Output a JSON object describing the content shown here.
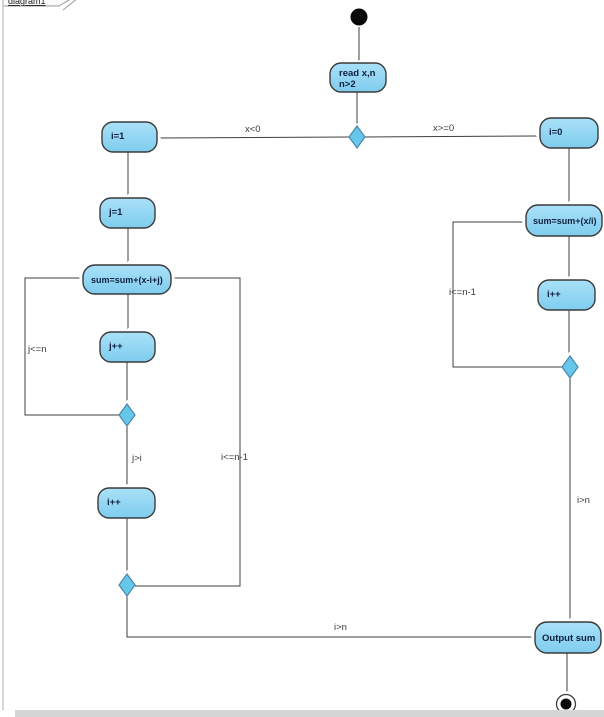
{
  "frame": {
    "label": "diagram1"
  },
  "nodes": {
    "read": {
      "label_line1": "read x,n",
      "label_line2": "n>2"
    },
    "i_eq_1": {
      "label": "i=1"
    },
    "i_eq_0": {
      "label": "i=0"
    },
    "j_eq_1": {
      "label": "j=1"
    },
    "sum_left": {
      "label": "sum=sum+(x-i+j)"
    },
    "j_inc": {
      "label": "j++"
    },
    "i_inc_left": {
      "label": "i++"
    },
    "sum_right": {
      "label": "sum=sum+(x/i)"
    },
    "i_inc_right": {
      "label": "i++"
    },
    "output": {
      "label": "Output sum"
    }
  },
  "edge_labels": {
    "x_lt_0": "x<0",
    "x_ge_0": "x>=0",
    "j_le_n": "j<=n",
    "j_gt_i": "j>i",
    "i_le_n_minus_1_left": "i<=n-1",
    "i_gt_n_bottom": "i>n",
    "i_le_n_minus_1_right": "i<=n-1",
    "i_gt_n_right": "i>n"
  },
  "colors": {
    "node_fill_top": "#a9e1f8",
    "node_fill_bottom": "#7fccee",
    "node_border": "#3b3b3b",
    "diamond_fill": "#66c7ea",
    "diamond_border": "#4b86a8",
    "edge_line": "#3f3f3f",
    "node_text": "#10203f",
    "edge_text": "#3a3a3a",
    "scrollbar": "#d6d6d6",
    "frame_border": "#9a9a9a"
  }
}
